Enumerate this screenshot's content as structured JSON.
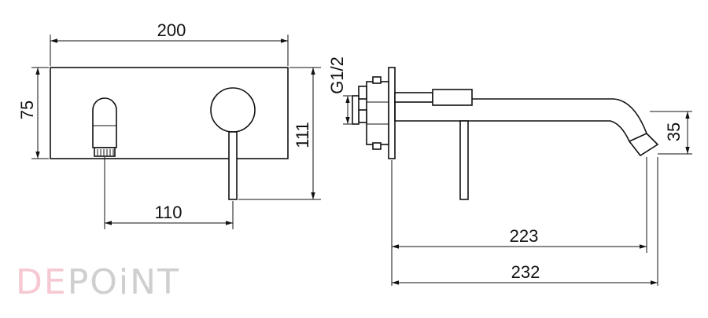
{
  "dimensions": {
    "plate_width": "200",
    "plate_height": "75",
    "overall_height": "111",
    "spout_to_lever": "110",
    "thread": "G1/2",
    "spout_drop": "35",
    "reach_223": "223",
    "reach_232": "232"
  },
  "logo": {
    "text_pink": "DE",
    "text_grey": "POiNT",
    "color_pink": "#f6c9d2",
    "color_grey": "#cfcfcf"
  }
}
